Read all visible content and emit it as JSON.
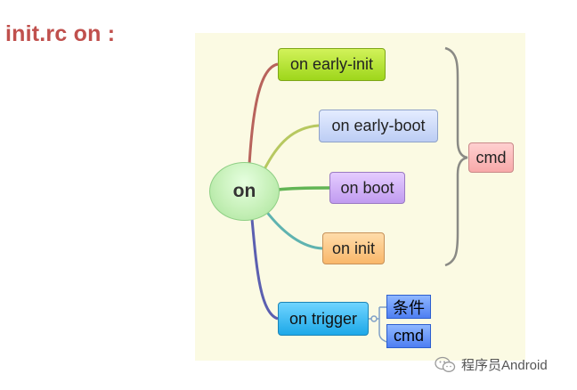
{
  "heading": "init.rc on :",
  "hub_label": "on",
  "branches": {
    "early_init": "on early-init",
    "early_boot": "on early-boot",
    "boot": "on boot",
    "init": "on init",
    "trigger": "on trigger"
  },
  "bracket_label": "cmd",
  "trigger_children": {
    "condition": "条件",
    "cmd": "cmd"
  },
  "watermark": "程序员Android",
  "colors": {
    "heading": "#c0504d",
    "canvas": "#fbfae3",
    "early_init": "#9ed61b",
    "early_boot": "#bccdf4",
    "boot": "#c09bf0",
    "init": "#f9b76a",
    "trigger": "#1da8e8",
    "cmd": "#f7a9a9",
    "trigger_children": "#4e7ff2"
  }
}
